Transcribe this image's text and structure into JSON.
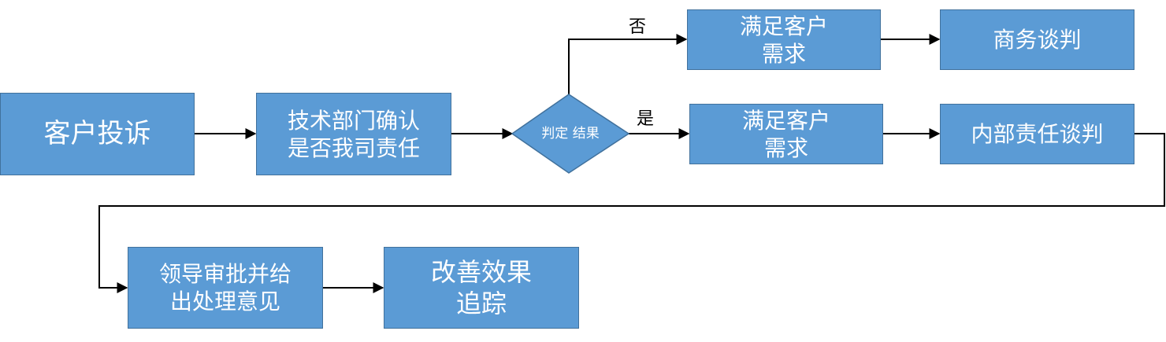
{
  "nodes": {
    "complaint": {
      "line1": "客户投诉",
      "line2": ""
    },
    "tech_confirm": {
      "line1": "技术部门确认",
      "line2": "是否我司责任"
    },
    "decision": {
      "line1": "判定",
      "line2": "结果"
    },
    "satisfy_no": {
      "line1": "满足客户",
      "line2": "需求"
    },
    "business_negotiation": {
      "line1": "商务谈判",
      "line2": ""
    },
    "satisfy_yes": {
      "line1": "满足客户",
      "line2": "需求"
    },
    "internal_negotiation": {
      "line1": "内部责任谈判",
      "line2": ""
    },
    "leader_review": {
      "line1": "领导审批并给",
      "line2": "出处理意见"
    },
    "tracking": {
      "line1": "改善效果",
      "line2": "追踪"
    }
  },
  "edge_labels": {
    "no": "否",
    "yes": "是"
  },
  "colors": {
    "node_fill": "#5b9bd5",
    "node_border": "#41719c",
    "node_text": "#ffffff",
    "line": "#000000"
  }
}
